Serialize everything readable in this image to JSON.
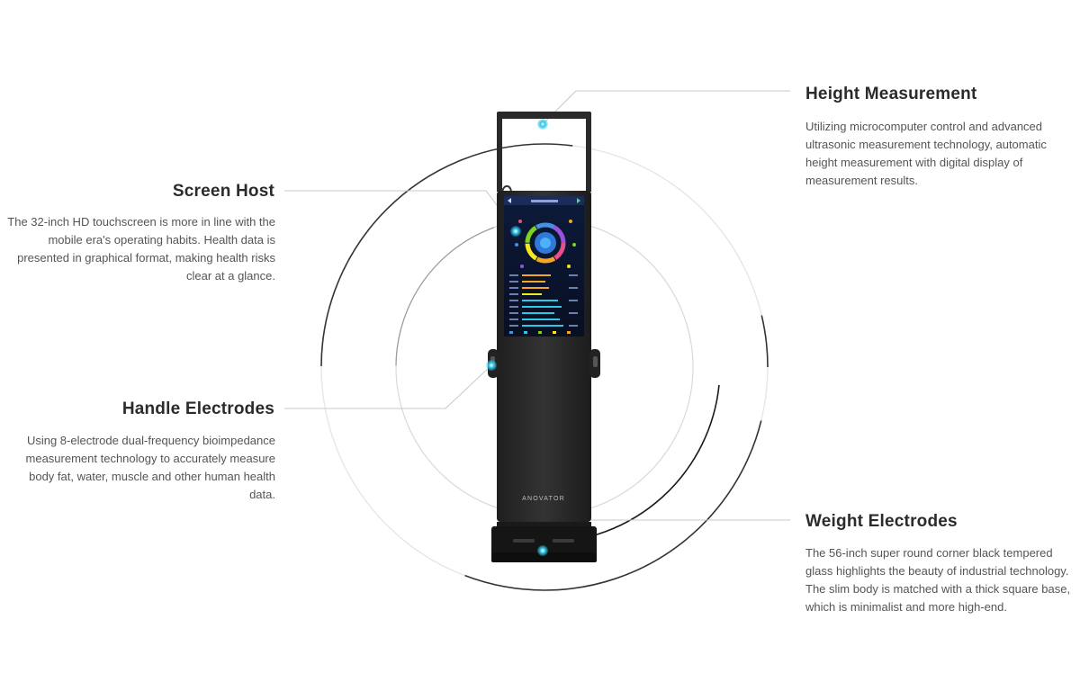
{
  "features": {
    "height": {
      "title": "Height Measurement",
      "description": "Utilizing microcomputer control and advanced ultrasonic measurement technology, automatic height measurement with digital display of measurement results."
    },
    "screen": {
      "title": "Screen Host",
      "description": "The 32-inch HD touchscreen is more in line with the mobile era's operating habits. Health data is presented in graphical format, making health risks clear at a glance."
    },
    "handle": {
      "title": "Handle Electrodes",
      "description": "Using 8-electrode dual-frequency bioimpedance measurement technology to accurately measure body fat, water, muscle and other human health data."
    },
    "weight": {
      "title": "Weight Electrodes",
      "description": "The 56-inch super round corner black tempered glass highlights the beauty of industrial technology. The slim body is matched with a thick square base, which is minimalist and more high-end."
    }
  },
  "device": {
    "brand": "ANOVATOR"
  },
  "colors": {
    "accent": "#2ec7e6",
    "device_body": "#2a2a2a",
    "leader_line": "#c8c8c8"
  }
}
